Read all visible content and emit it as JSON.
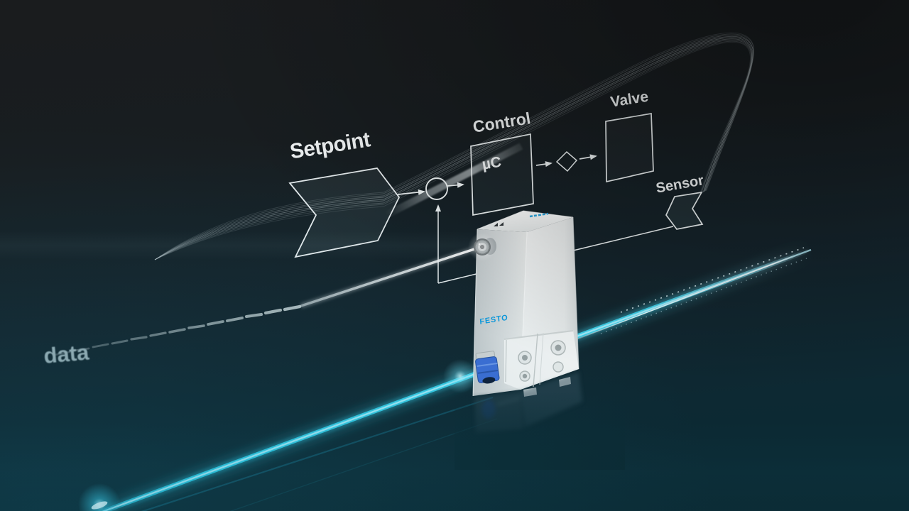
{
  "labels": {
    "setpoint": "Setpoint",
    "control": "Control",
    "micro_controller": "µC",
    "valve": "Valve",
    "sensor": "Sensor",
    "data": "data"
  },
  "device": {
    "brand": "FESTO"
  },
  "diagram": {
    "type": "control-loop",
    "nodes": [
      "Setpoint",
      "Summing junction",
      "Control (µC)",
      "Signal node",
      "Valve",
      "Sensor"
    ],
    "edges": [
      {
        "from": "Setpoint",
        "to": "Summing junction"
      },
      {
        "from": "Summing junction",
        "to": "Control (µC)"
      },
      {
        "from": "Control (µC)",
        "to": "Signal node"
      },
      {
        "from": "Signal node",
        "to": "Valve"
      },
      {
        "from": "Valve",
        "to": "Sensor"
      },
      {
        "from": "Sensor",
        "to": "Summing junction",
        "kind": "feedback"
      },
      {
        "from": "data",
        "to": "device",
        "kind": "data-stream"
      }
    ]
  },
  "colors": {
    "background_top": "#1a1c1e",
    "background_bottom": "#0b2a33",
    "beam_cyan": "#2fd8f5",
    "line_white": "#eef3f4",
    "festo_blue": "#0c9be0",
    "fitting_blue": "#3c6ed6",
    "data_text": "#9db3b9"
  }
}
